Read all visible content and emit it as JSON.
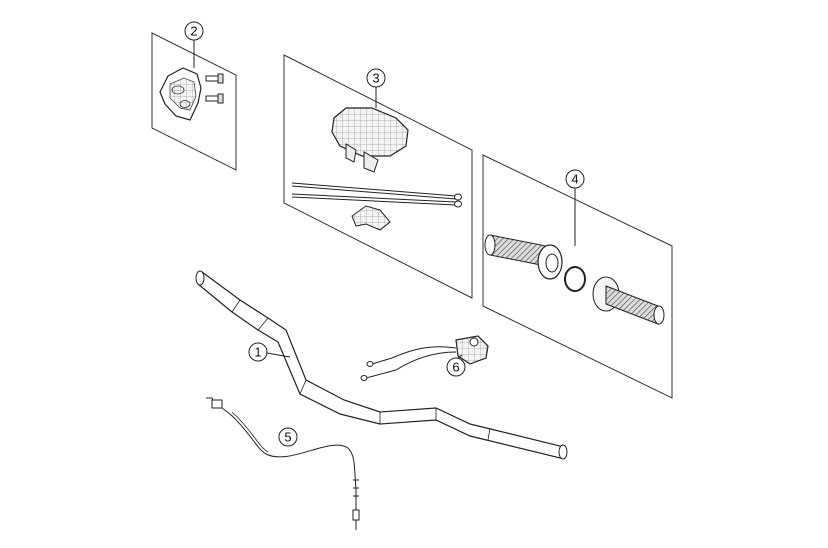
{
  "callouts": [
    {
      "id": "1",
      "label": "1"
    },
    {
      "id": "2",
      "label": "2"
    },
    {
      "id": "3",
      "label": "3"
    },
    {
      "id": "4",
      "label": "4"
    },
    {
      "id": "5",
      "label": "5"
    },
    {
      "id": "6",
      "label": "6"
    }
  ],
  "colors": {
    "line": "#222222",
    "panel_stroke": "#333333",
    "part_fill": "#ffffff",
    "hatch": "#555555"
  },
  "icons": {
    "handlebar": "handlebar-icon",
    "clamp": "clamp-icon",
    "pad": "crossbar-pad-icon",
    "grips": "grips-icon",
    "cable": "cable-icon",
    "switch": "switch-icon"
  }
}
